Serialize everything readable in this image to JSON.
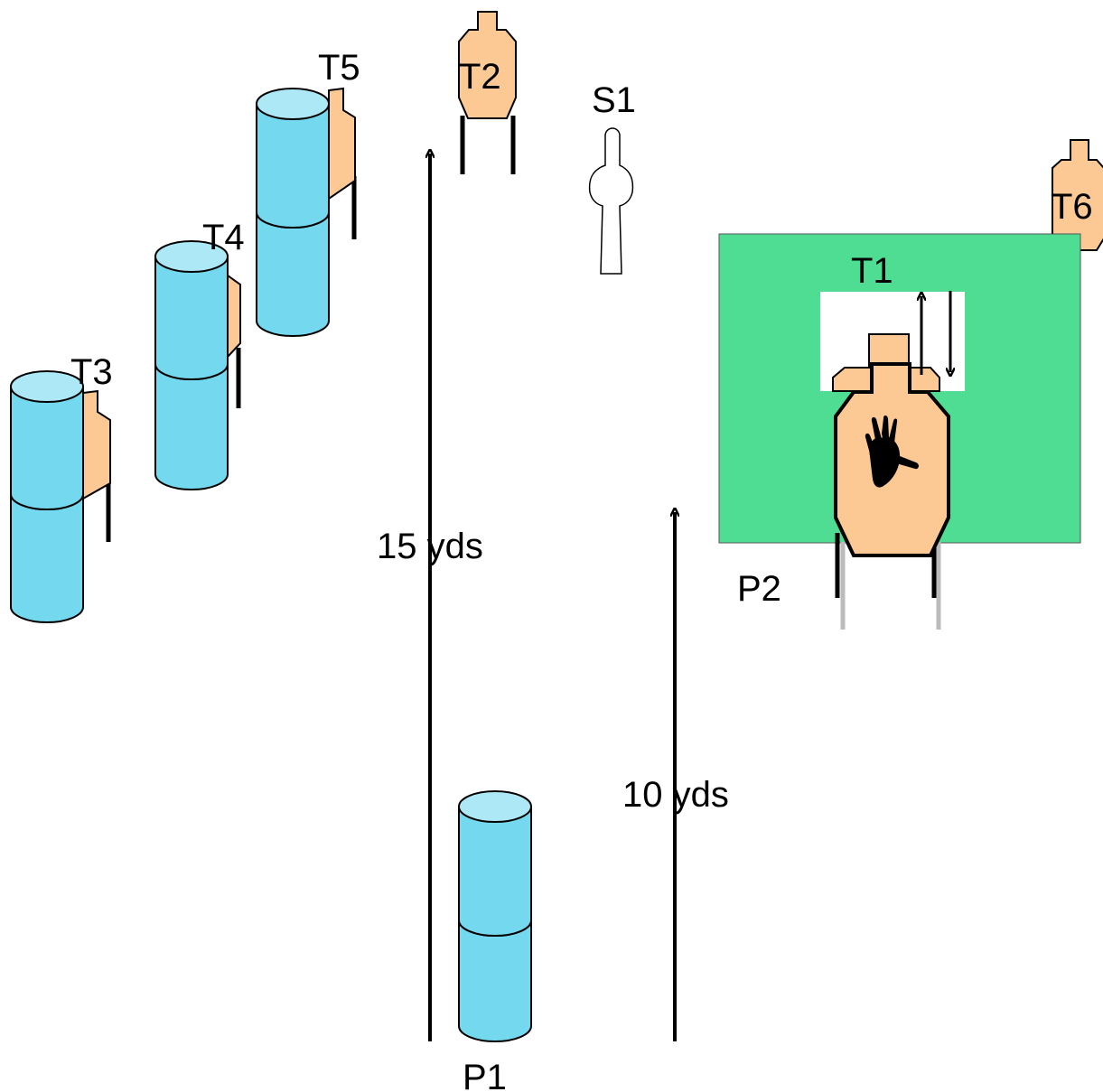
{
  "labels": {
    "t1": "T1",
    "t2": "T2",
    "t3": "T3",
    "t4": "T4",
    "t5": "T5",
    "t6": "T6",
    "s1": "S1",
    "p1": "P1",
    "p2": "P2",
    "distance_15": "15 yds",
    "distance_10": "10 yds"
  },
  "colors": {
    "barrel_body": "#74d9ef",
    "barrel_top": "#ade8f6",
    "target": "#fcc894",
    "wall": "#4edd93",
    "outline": "#000000",
    "leg_gray": "#bbbbbb"
  },
  "icons": {
    "no_shoot_marker": "hand-icon"
  }
}
